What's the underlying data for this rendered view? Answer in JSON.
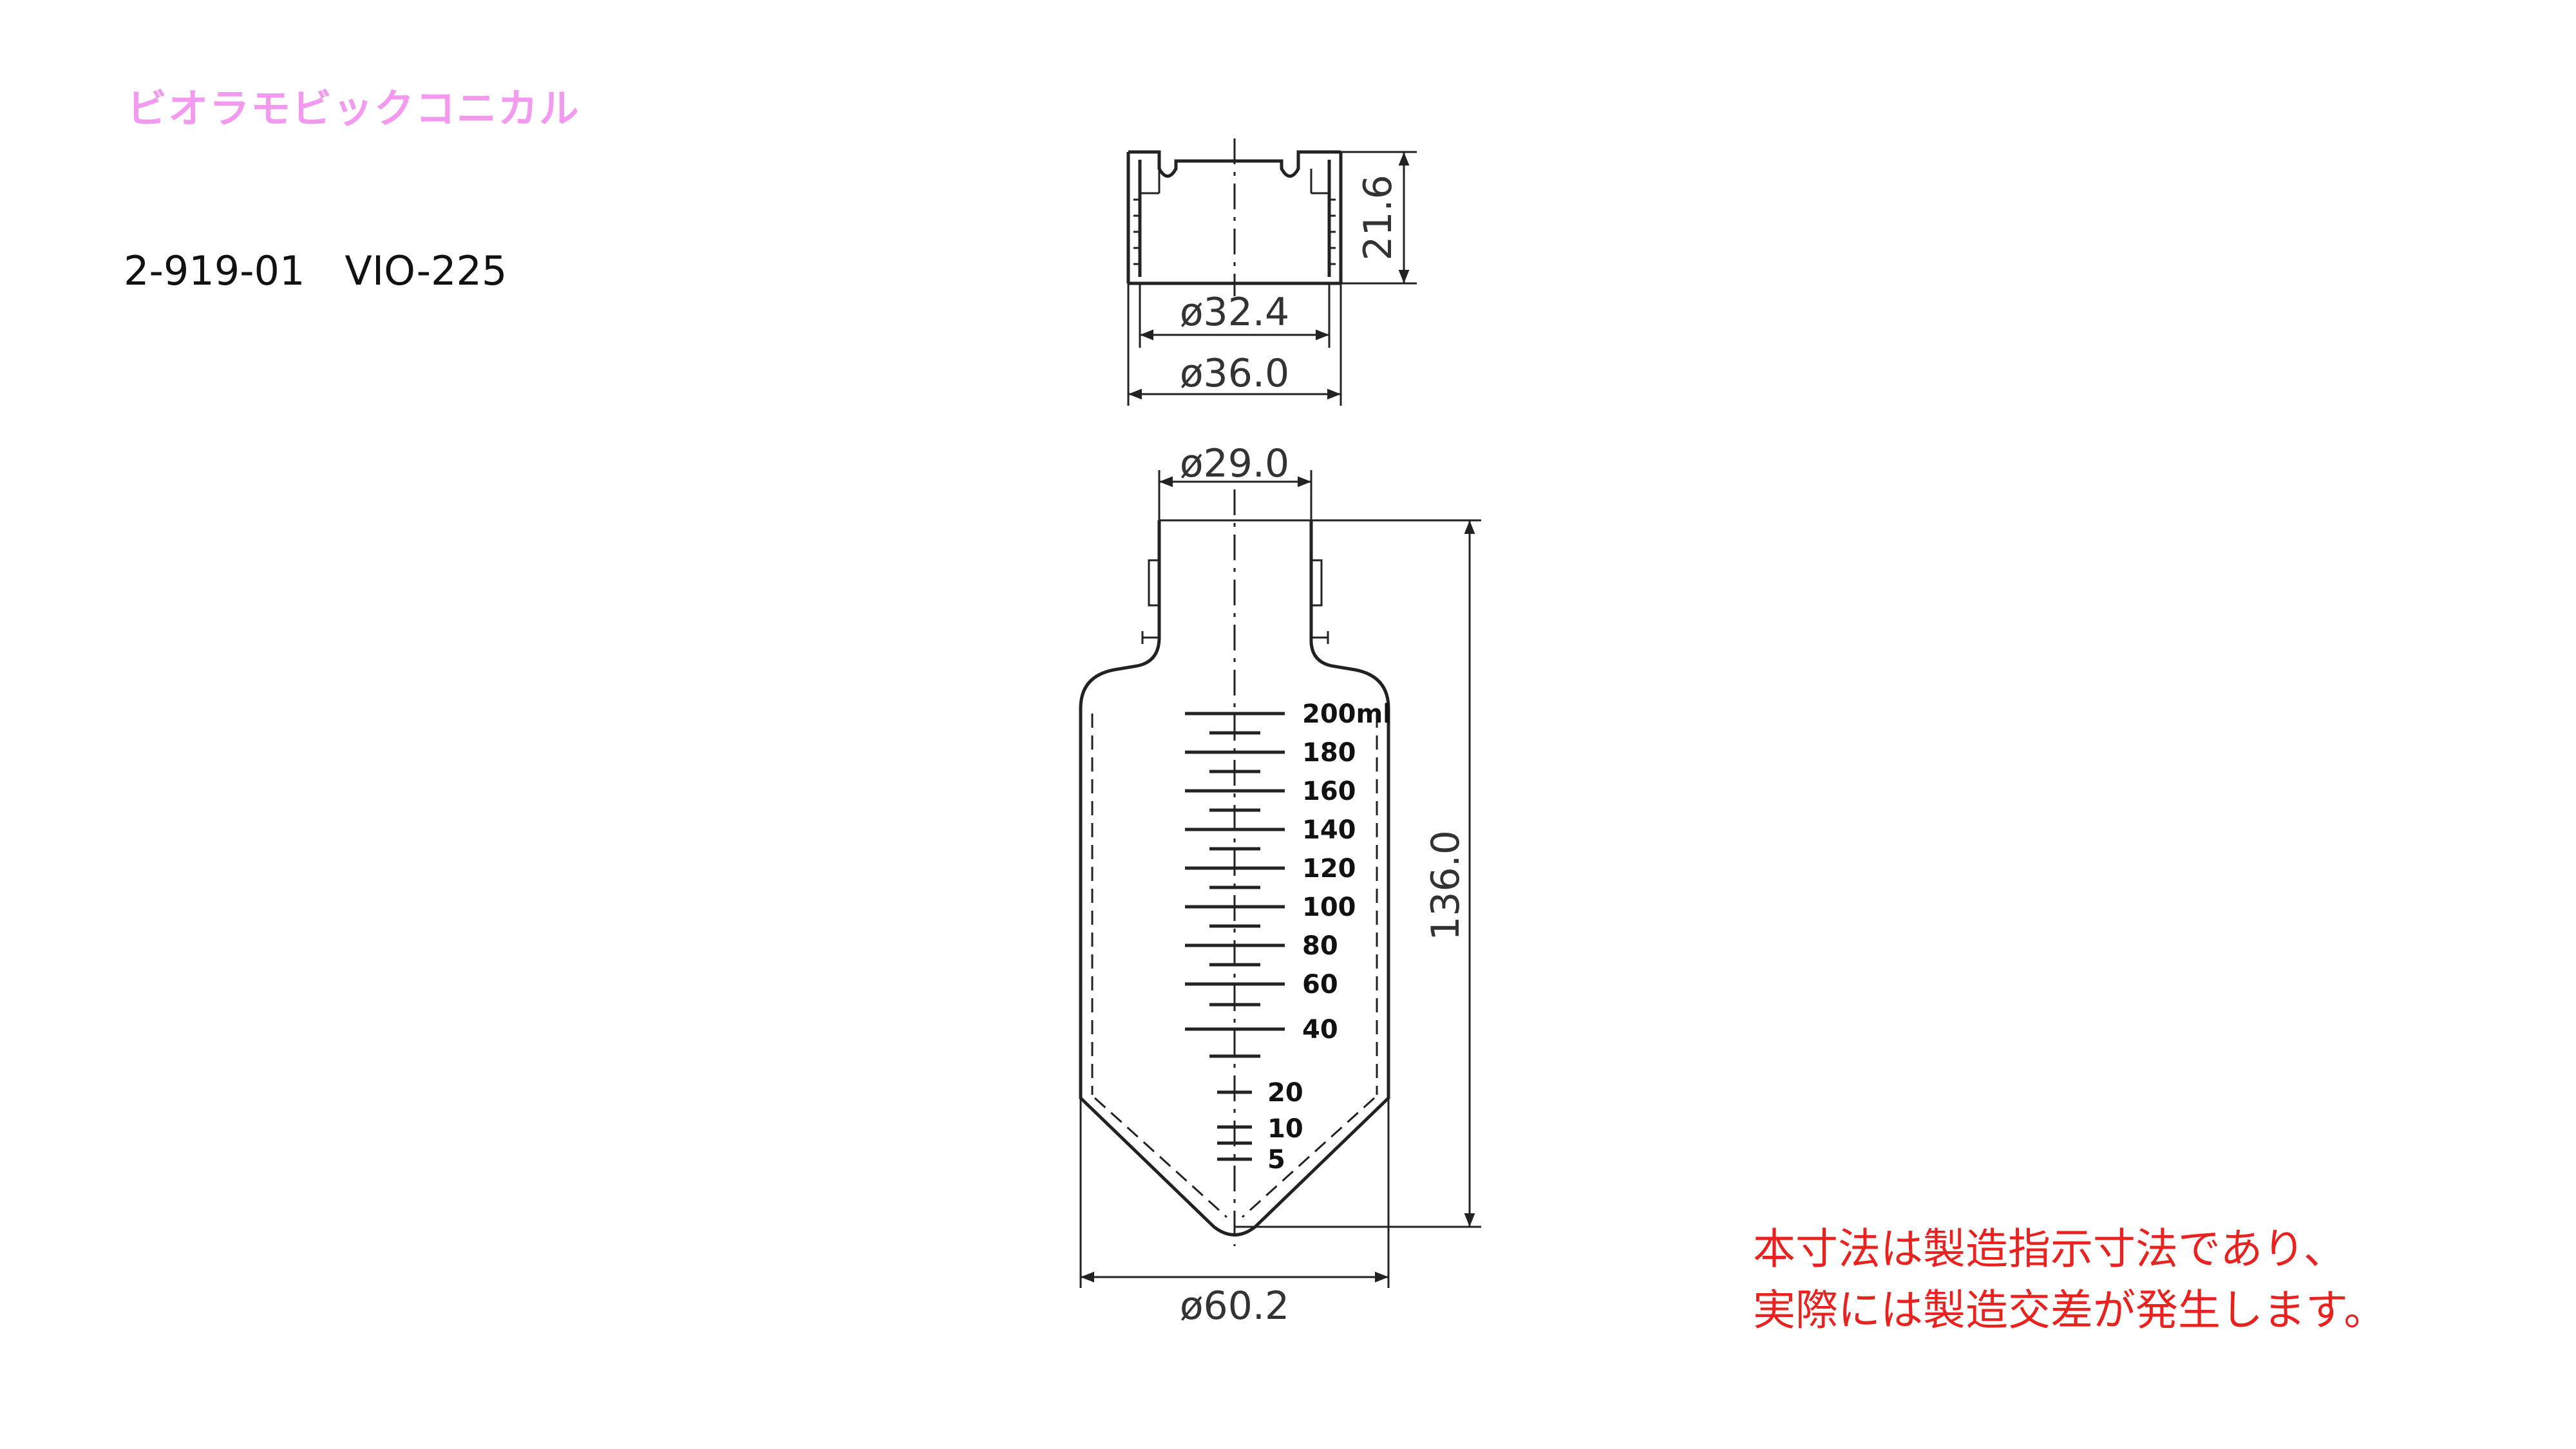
{
  "title": "ビオラモビックコニカル",
  "product_code": "2-919-01　VIO-225",
  "note": {
    "line1": "本寸法は製造指示寸法であり、",
    "line2": "実際には製造交差が発生します。"
  },
  "colors": {
    "title": "#f39af0",
    "note": "#e8231f",
    "line": "#222222"
  },
  "dimensions": {
    "cap_height": "21.6",
    "cap_inner_diameter": "ø32.4",
    "cap_outer_diameter": "ø36.0",
    "neck_diameter": "ø29.0",
    "tube_height": "136.0",
    "body_diameter": "ø60.2"
  },
  "graduations": [
    "200ml",
    "180",
    "160",
    "140",
    "120",
    "100",
    "80",
    "60",
    "40",
    "20",
    "10",
    "5"
  ]
}
